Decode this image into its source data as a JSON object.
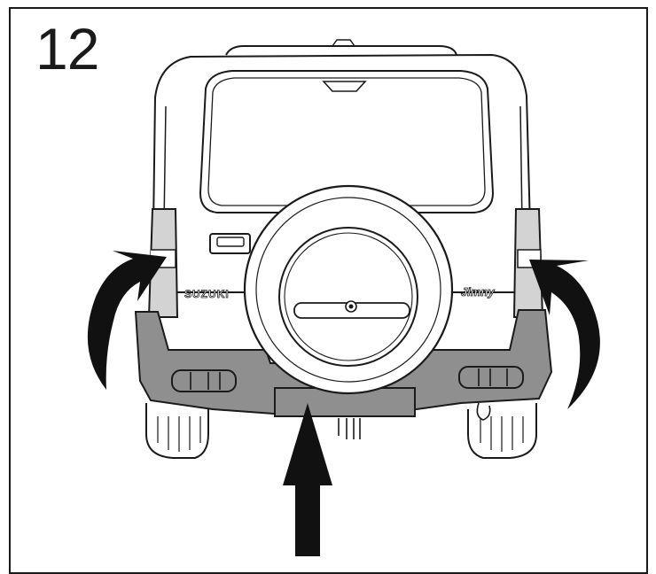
{
  "step": {
    "number": "12"
  },
  "vehicle": {
    "brand_badge": "SUZUKI",
    "model_badge": "Jimny"
  },
  "colors": {
    "line": "#1a1a1a",
    "bumper": "#8f8f8f",
    "lamp": "#d3d3d3",
    "arrow": "#111111",
    "background": "#ffffff"
  },
  "icons": {
    "left_arrow": "curved-arrow-up-right-icon",
    "right_arrow": "curved-arrow-up-left-icon",
    "bottom_arrow": "arrow-up-icon"
  }
}
